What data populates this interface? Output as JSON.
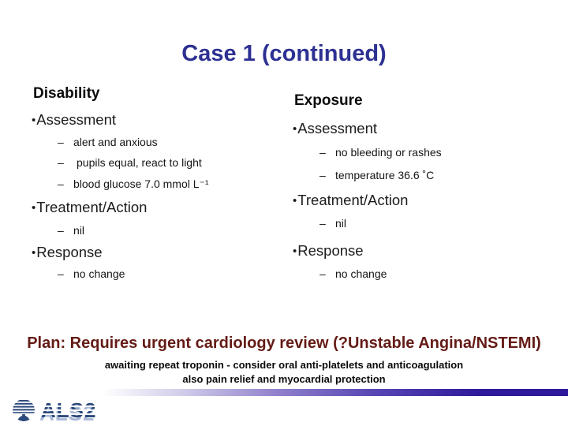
{
  "slide": {
    "title": "Case 1 (continued)",
    "title_color": "#2d3192",
    "glyphs": {
      "bullet": "•",
      "dash": "–"
    },
    "columns": [
      {
        "heading": "Disability",
        "sections": [
          {
            "label": "Assessment",
            "items": [
              "alert and anxious",
              "pupils equal, react to light",
              "blood glucose 7.0 mmol L⁻¹"
            ]
          },
          {
            "label": "Treatment/Action",
            "items": [
              "nil"
            ]
          },
          {
            "label": "Response",
            "items": [
              "no change"
            ]
          }
        ]
      },
      {
        "heading": "Exposure",
        "sections": [
          {
            "label": "Assessment",
            "items": [
              "no bleeding or rashes",
              "temperature 36.6 ˚C"
            ]
          },
          {
            "label": "Treatment/Action",
            "items": [
              "nil"
            ]
          },
          {
            "label": "Response",
            "items": [
              "no change"
            ]
          }
        ]
      }
    ],
    "plan": {
      "main": "Plan: Requires urgent cardiology review (?Unstable Angina/NSTEMI)",
      "main_color": "#641b16",
      "sub1": "awaiting repeat troponin - consider oral anti-platelets and anticoagulation",
      "sub2": "also pain relief and myocardial protection"
    },
    "footer": {
      "logo_text": "ALS2",
      "logo_color": "#2d4a7c",
      "bar_color_end": "#2e189a"
    }
  }
}
